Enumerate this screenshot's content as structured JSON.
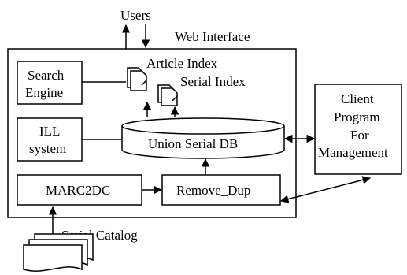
{
  "labels": {
    "users": "Users",
    "web_interface": "Web Interface",
    "search_engine_line1": "Search",
    "search_engine_line2": "Engine",
    "article_index": "Article Index",
    "serial_index": "Serial Index",
    "ill_line1": "ILL",
    "ill_line2": "system",
    "union_db": "Union Serial DB",
    "marc2dc": "MARC2DC",
    "remove_dup": "Remove_Dup",
    "client_line1": "Client",
    "client_line2": "Program",
    "client_line3": "For",
    "client_line4": "Management",
    "serial_catalog": "Serial Catalog"
  }
}
